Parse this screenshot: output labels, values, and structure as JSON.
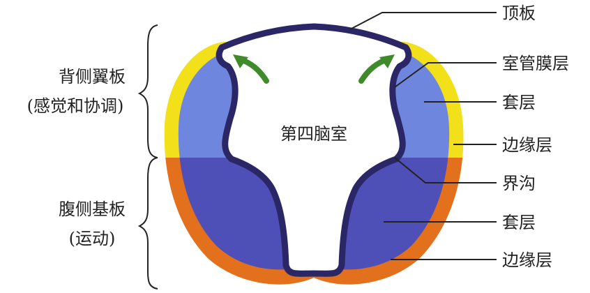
{
  "labels": {
    "dingban": "顶板",
    "shiguan": "室管膜层",
    "taoceng_top": "套层",
    "bianyuan_top": "边缘层",
    "jiegou": "界沟",
    "taoceng_bottom": "套层",
    "bianyuan_bottom": "边缘层",
    "center": "第四脑室"
  },
  "brackets": {
    "dorsal_title": "背侧翼板",
    "dorsal_sub": "(感觉和协调)",
    "ventral_title": "腹侧基板",
    "ventral_sub": "(运动)"
  },
  "colors": {
    "alar_mantle": "#6e86dd",
    "alar_marginal": "#f2e01a",
    "basal_mantle": "#4e4fb7",
    "basal_marginal": "#e2701c",
    "lumen_outline": "#2b2766",
    "arrow": "#3f8a2a"
  }
}
